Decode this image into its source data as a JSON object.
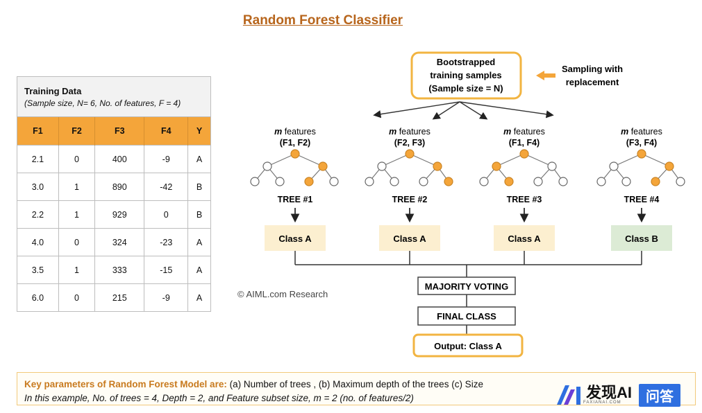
{
  "title": "Random Forest Classifier",
  "table": {
    "title": "Training Data",
    "subtitle": "(Sample size, N= 6, No. of features, F = 4)",
    "headers": [
      "F1",
      "F2",
      "F3",
      "F4",
      "Y"
    ],
    "rows": [
      [
        "2.1",
        "0",
        "400",
        "-9",
        "A"
      ],
      [
        "3.0",
        "1",
        "890",
        "-42",
        "B"
      ],
      [
        "2.2",
        "1",
        "929",
        "0",
        "B"
      ],
      [
        "4.0",
        "0",
        "324",
        "-23",
        "A"
      ],
      [
        "3.5",
        "1",
        "333",
        "-15",
        "A"
      ],
      [
        "6.0",
        "0",
        "215",
        "-9",
        "A"
      ]
    ]
  },
  "bootstrap": {
    "lines": [
      "Bootstrapped",
      "training samples",
      "(Sample size = N)"
    ]
  },
  "sampling_note": [
    "Sampling with",
    "replacement"
  ],
  "trees": [
    {
      "features_label": " features",
      "features_var": "m",
      "features_list": "(F1, F2)",
      "tree_label": "TREE #1",
      "class_label": "Class A"
    },
    {
      "features_label": " features",
      "features_var": "m",
      "features_list": "(F2, F3)",
      "tree_label": "TREE #2",
      "class_label": "Class A"
    },
    {
      "features_label": " features",
      "features_var": "m",
      "features_list": "(F1, F4)",
      "tree_label": "TREE #3",
      "class_label": "Class A"
    },
    {
      "features_label": " features",
      "features_var": "m",
      "features_list": "(F3, F4)",
      "tree_label": "TREE #4",
      "class_label": "Class B"
    }
  ],
  "majority_voting": "MAJORITY VOTING",
  "final_class": "FINAL CLASS",
  "output": "Output: Class A",
  "credit": "© AIML.com Research",
  "note": {
    "key_label": "Key parameters of Random Forest Model are:",
    "key_text": " (a) Number of trees , (b) Maximum depth of the trees (c) Size",
    "line2": "In this example, No. of trees = 4, Depth = 2, and Feature subset size, m = 2 (no. of features/2)"
  },
  "watermark": {
    "text": "发现AI",
    "sub": "FAXIANAI.COM",
    "button": "问答"
  },
  "colors": {
    "accent": "#f4a53a",
    "title": "#b7651c",
    "class_a_fill": "#fcefd0",
    "class_b_fill": "#dcebd5",
    "node_orange": "#f4a53a"
  }
}
